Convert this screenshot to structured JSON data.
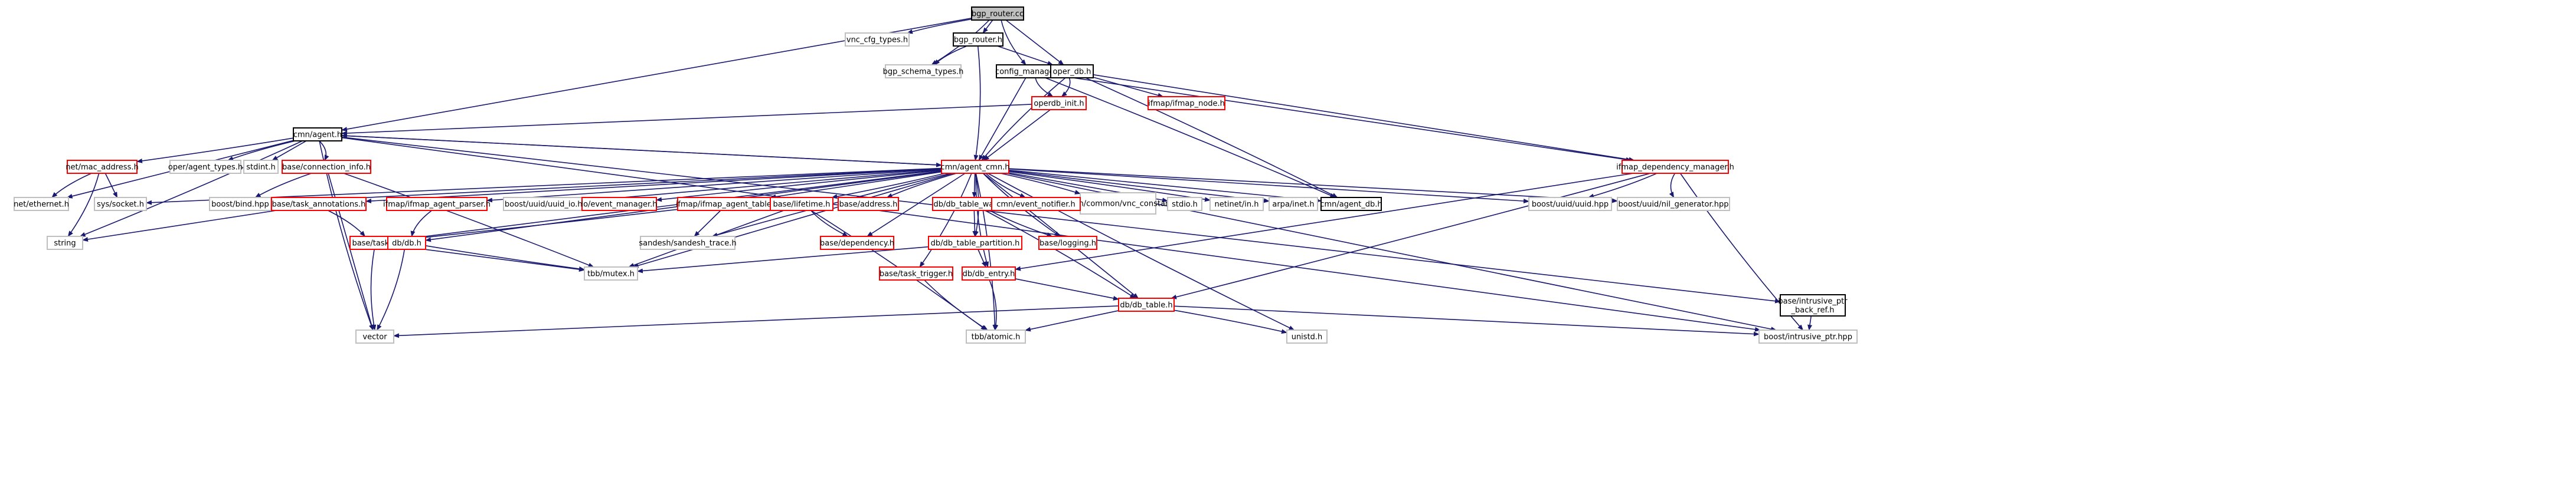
{
  "colors": {
    "edge": "#191970",
    "root_fill": "#bfbfbf",
    "root_border": "#000000",
    "documented_border": "#000000",
    "red_border": "#ff0000",
    "undocumented_border": "#bfbfbf",
    "node_fill": "#ffffff"
  },
  "nodes": [
    {
      "id": "bgp_router_cc",
      "label": "bgp_router.cc",
      "kind": "root"
    },
    {
      "id": "vnc_cfg_types",
      "label": "vnc_cfg_types.h",
      "kind": "undocumented"
    },
    {
      "id": "bgp_router_h",
      "label": "bgp_router.h",
      "kind": "documented"
    },
    {
      "id": "bgp_schema_types",
      "label": "bgp_schema_types.h",
      "kind": "undocumented"
    },
    {
      "id": "config_manager",
      "label": "config_manager.h",
      "kind": "documented"
    },
    {
      "id": "oper_db",
      "label": "oper_db.h",
      "kind": "documented"
    },
    {
      "id": "ifmap_node",
      "label": "ifmap/ifmap_node.h",
      "kind": "red"
    },
    {
      "id": "operdb_init",
      "label": "operdb_init.h",
      "kind": "red"
    },
    {
      "id": "cmn_agent",
      "label": "cmn/agent.h",
      "kind": "documented"
    },
    {
      "id": "net_mac_address",
      "label": "net/mac_address.h",
      "kind": "red"
    },
    {
      "id": "oper_agent_types",
      "label": "oper/agent_types.h",
      "kind": "undocumented"
    },
    {
      "id": "stdint",
      "label": "stdint.h",
      "kind": "undocumented"
    },
    {
      "id": "base_connection_info",
      "label": "base/connection_info.h",
      "kind": "red"
    },
    {
      "id": "cmn_agent_cmn",
      "label": "cmn/agent_cmn.h",
      "kind": "red"
    },
    {
      "id": "ifmap_dependency_manager",
      "label": "ifmap_dependency_manager.h",
      "kind": "red"
    },
    {
      "id": "net_ethernet",
      "label": "net/ethernet.h",
      "kind": "undocumented"
    },
    {
      "id": "sys_socket",
      "label": "sys/socket.h",
      "kind": "undocumented"
    },
    {
      "id": "boost_bind",
      "label": "boost/bind.hpp",
      "kind": "undocumented"
    },
    {
      "id": "base_task_annotations",
      "label": "base/task_annotations.h",
      "kind": "red"
    },
    {
      "id": "ifmap_agent_parser",
      "label": "ifmap/ifmap_agent_parser.h",
      "kind": "red"
    },
    {
      "id": "boost_uuid_io",
      "label": "boost/uuid/uuid_io.hpp",
      "kind": "undocumented"
    },
    {
      "id": "io_event_manager",
      "label": "io/event_manager.h",
      "kind": "red"
    },
    {
      "id": "ifmap_agent_table",
      "label": "ifmap/ifmap_agent_table.h",
      "kind": "red"
    },
    {
      "id": "base_lifetime",
      "label": "base/lifetime.h",
      "kind": "red"
    },
    {
      "id": "base_address",
      "label": "base/address.h",
      "kind": "red"
    },
    {
      "id": "db_table_walker",
      "label": "db/db_table_walker.h",
      "kind": "red"
    },
    {
      "id": "sandesh_vnc_constants",
      "label": "sandesh/common/vnc_constants.h",
      "kind": "undocumented"
    },
    {
      "id": "cmn_event_notifier",
      "label": "cmn/event_notifier.h",
      "kind": "red"
    },
    {
      "id": "stdio",
      "label": "stdio.h",
      "kind": "undocumented"
    },
    {
      "id": "netinet_in",
      "label": "netinet/in.h",
      "kind": "undocumented"
    },
    {
      "id": "arpa_inet",
      "label": "arpa/inet.h",
      "kind": "undocumented"
    },
    {
      "id": "cmn_agent_db",
      "label": "cmn/agent_db.h",
      "kind": "documented"
    },
    {
      "id": "boost_uuid",
      "label": "boost/uuid/uuid.hpp",
      "kind": "undocumented"
    },
    {
      "id": "boost_nil_gen",
      "label": "boost/uuid/nil_generator.hpp",
      "kind": "undocumented"
    },
    {
      "id": "string",
      "label": "string",
      "kind": "undocumented"
    },
    {
      "id": "base_task",
      "label": "base/task.h",
      "kind": "red"
    },
    {
      "id": "db_db",
      "label": "db/db.h",
      "kind": "red"
    },
    {
      "id": "sandesh_trace",
      "label": "sandesh/sandesh_trace.h",
      "kind": "undocumented"
    },
    {
      "id": "base_dependency",
      "label": "base/dependency.h",
      "kind": "red"
    },
    {
      "id": "db_table_partition",
      "label": "db/db_table_partition.h",
      "kind": "red"
    },
    {
      "id": "base_logging",
      "label": "base/logging.h",
      "kind": "red"
    },
    {
      "id": "tbb_mutex",
      "label": "tbb/mutex.h",
      "kind": "undocumented"
    },
    {
      "id": "base_task_trigger",
      "label": "base/task_trigger.h",
      "kind": "red"
    },
    {
      "id": "db_entry",
      "label": "db/db_entry.h",
      "kind": "red"
    },
    {
      "id": "db_table",
      "label": "db/db_table.h",
      "kind": "red"
    },
    {
      "id": "base_intrusive_ptr_back_ref",
      "label": "base/intrusive_ptr\n_back_ref.h",
      "kind": "documented"
    },
    {
      "id": "vector",
      "label": "vector",
      "kind": "undocumented"
    },
    {
      "id": "tbb_atomic",
      "label": "tbb/atomic.h",
      "kind": "undocumented"
    },
    {
      "id": "unistd",
      "label": "unistd.h",
      "kind": "undocumented"
    },
    {
      "id": "boost_intrusive_ptr",
      "label": "boost/intrusive_ptr.hpp",
      "kind": "undocumented"
    }
  ],
  "edges": [
    [
      "bgp_router_cc",
      "vnc_cfg_types"
    ],
    [
      "bgp_router_cc",
      "bgp_router_h"
    ],
    [
      "bgp_router_cc",
      "bgp_schema_types"
    ],
    [
      "bgp_router_cc",
      "config_manager"
    ],
    [
      "bgp_router_cc",
      "oper_db"
    ],
    [
      "bgp_router_cc",
      "cmn_agent"
    ],
    [
      "bgp_router_h",
      "bgp_schema_types"
    ],
    [
      "bgp_router_h",
      "oper_db"
    ],
    [
      "bgp_router_h",
      "cmn_agent_cmn"
    ],
    [
      "config_manager",
      "operdb_init"
    ],
    [
      "config_manager",
      "cmn_agent_cmn"
    ],
    [
      "config_manager",
      "cmn_agent_db"
    ],
    [
      "config_manager",
      "ifmap_dependency_manager"
    ],
    [
      "oper_db",
      "ifmap_node"
    ],
    [
      "oper_db",
      "operdb_init"
    ],
    [
      "oper_db",
      "cmn_agent_cmn"
    ],
    [
      "oper_db",
      "ifmap_dependency_manager"
    ],
    [
      "oper_db",
      "cmn_agent_db"
    ],
    [
      "operdb_init",
      "cmn_agent"
    ],
    [
      "operdb_init",
      "cmn_agent_cmn"
    ],
    [
      "cmn_agent",
      "net_mac_address"
    ],
    [
      "cmn_agent",
      "oper_agent_types"
    ],
    [
      "cmn_agent",
      "stdint"
    ],
    [
      "cmn_agent",
      "base_connection_info"
    ],
    [
      "cmn_agent",
      "cmn_agent_cmn"
    ],
    [
      "cmn_agent",
      "net_ethernet"
    ],
    [
      "cmn_agent",
      "string"
    ],
    [
      "cmn_agent",
      "vector"
    ],
    [
      "cmn_agent",
      "boost_intrusive_ptr"
    ],
    [
      "cmn_agent",
      "base_intrusive_ptr_back_ref"
    ],
    [
      "net_mac_address",
      "net_ethernet"
    ],
    [
      "net_mac_address",
      "sys_socket"
    ],
    [
      "net_mac_address",
      "string"
    ],
    [
      "base_connection_info",
      "boost_bind"
    ],
    [
      "base_connection_info",
      "vector"
    ],
    [
      "base_connection_info",
      "tbb_mutex"
    ],
    [
      "cmn_agent_cmn",
      "cmn_agent"
    ],
    [
      "cmn_agent_cmn",
      "sys_socket"
    ],
    [
      "cmn_agent_cmn",
      "boost_bind"
    ],
    [
      "cmn_agent_cmn",
      "base_task_annotations"
    ],
    [
      "cmn_agent_cmn",
      "ifmap_agent_parser"
    ],
    [
      "cmn_agent_cmn",
      "boost_uuid_io"
    ],
    [
      "cmn_agent_cmn",
      "io_event_manager"
    ],
    [
      "cmn_agent_cmn",
      "ifmap_agent_table"
    ],
    [
      "cmn_agent_cmn",
      "base_lifetime"
    ],
    [
      "cmn_agent_cmn",
      "base_address"
    ],
    [
      "cmn_agent_cmn",
      "db_table_walker"
    ],
    [
      "cmn_agent_cmn",
      "sandesh_vnc_constants"
    ],
    [
      "cmn_agent_cmn",
      "cmn_event_notifier"
    ],
    [
      "cmn_agent_cmn",
      "stdio"
    ],
    [
      "cmn_agent_cmn",
      "netinet_in"
    ],
    [
      "cmn_agent_cmn",
      "arpa_inet"
    ],
    [
      "cmn_agent_cmn",
      "cmn_agent_db"
    ],
    [
      "cmn_agent_cmn",
      "boost_uuid"
    ],
    [
      "cmn_agent_cmn",
      "boost_nil_gen"
    ],
    [
      "cmn_agent_cmn",
      "base_task"
    ],
    [
      "cmn_agent_cmn",
      "db_db"
    ],
    [
      "cmn_agent_cmn",
      "sandesh_trace"
    ],
    [
      "cmn_agent_cmn",
      "base_dependency"
    ],
    [
      "cmn_agent_cmn",
      "db_table_partition"
    ],
    [
      "cmn_agent_cmn",
      "base_logging"
    ],
    [
      "cmn_agent_cmn",
      "tbb_mutex"
    ],
    [
      "cmn_agent_cmn",
      "base_task_trigger"
    ],
    [
      "cmn_agent_cmn",
      "db_entry"
    ],
    [
      "cmn_agent_cmn",
      "db_table"
    ],
    [
      "cmn_agent_cmn",
      "tbb_atomic"
    ],
    [
      "cmn_agent_cmn",
      "unistd"
    ],
    [
      "cmn_agent_cmn",
      "boost_intrusive_ptr"
    ],
    [
      "ifmap_dependency_manager",
      "boost_uuid"
    ],
    [
      "ifmap_dependency_manager",
      "boost_nil_gen"
    ],
    [
      "ifmap_dependency_manager",
      "db_entry"
    ],
    [
      "ifmap_dependency_manager",
      "db_table"
    ],
    [
      "ifmap_dependency_manager",
      "boost_intrusive_ptr"
    ],
    [
      "base_task_annotations",
      "string"
    ],
    [
      "base_task_annotations",
      "base_task"
    ],
    [
      "ifmap_agent_parser",
      "db_db"
    ],
    [
      "ifmap_agent_table",
      "sandesh_trace"
    ],
    [
      "ifmap_agent_table",
      "base_task"
    ],
    [
      "base_lifetime",
      "base_dependency"
    ],
    [
      "base_lifetime",
      "tbb_mutex"
    ],
    [
      "base_lifetime",
      "tbb_atomic"
    ],
    [
      "db_table_walker",
      "base_logging"
    ],
    [
      "db_table_walker",
      "db_table_partition"
    ],
    [
      "db_table_walker",
      "db_table"
    ],
    [
      "base_task",
      "vector"
    ],
    [
      "base_task",
      "tbb_mutex"
    ],
    [
      "db_db",
      "vector"
    ],
    [
      "db_db",
      "tbb_mutex"
    ],
    [
      "db_table_partition",
      "db_entry"
    ],
    [
      "db_table_partition",
      "tbb_mutex"
    ],
    [
      "base_task_trigger",
      "tbb_atomic"
    ],
    [
      "db_entry",
      "db_table"
    ],
    [
      "db_entry",
      "tbb_atomic"
    ],
    [
      "db_table",
      "vector"
    ],
    [
      "db_table",
      "tbb_atomic"
    ],
    [
      "db_table",
      "unistd"
    ],
    [
      "db_table",
      "boost_intrusive_ptr"
    ],
    [
      "base_intrusive_ptr_back_ref",
      "boost_intrusive_ptr"
    ]
  ]
}
